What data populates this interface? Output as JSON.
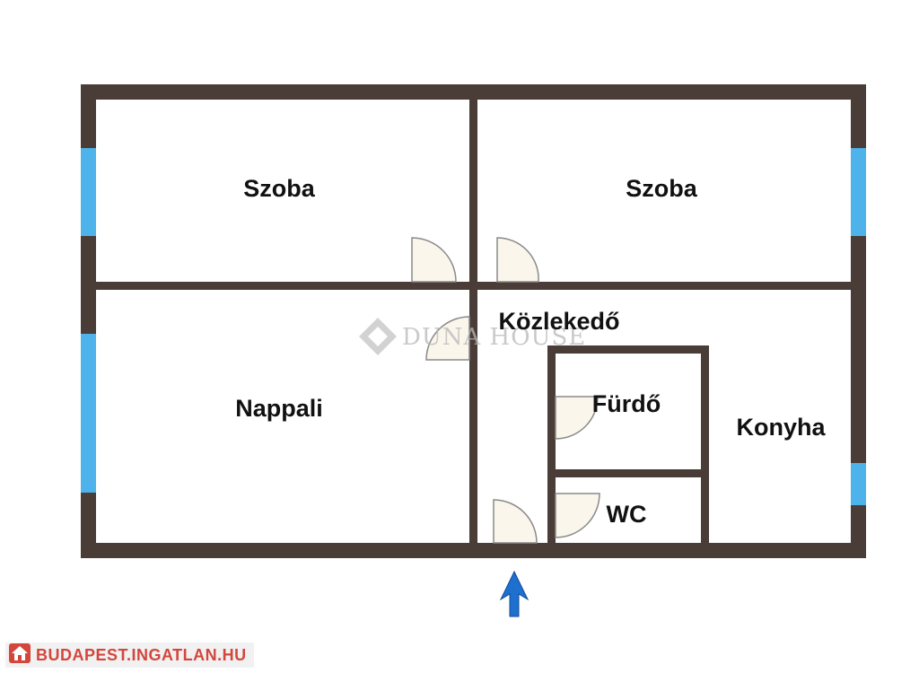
{
  "rooms": {
    "szoba_left": "Szoba",
    "szoba_right": "Szoba",
    "nappali": "Nappali",
    "kozlekedo": "Közlekedő",
    "furdo": "Fürdő",
    "konyha": "Konyha",
    "wc": "WC"
  },
  "watermark": {
    "text": "DUNA HOUSE"
  },
  "footer": {
    "site": "BUDAPEST.INGATLAN.HU"
  },
  "colors": {
    "wall": "#4a3c36",
    "window": "#4db3ea",
    "door_fill": "#fbf6ec",
    "entrance_arrow": "#1f6fcf",
    "site_badge": "#d4463c"
  },
  "icons": [
    "entrance-arrow-icon",
    "house-logo-icon",
    "watermark-diamond-icon"
  ]
}
